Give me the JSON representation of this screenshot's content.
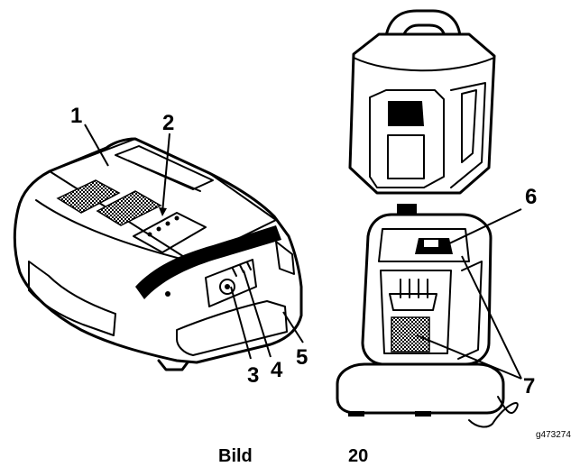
{
  "callouts": [
    "1",
    "2",
    "3",
    "4",
    "5",
    "6",
    "7"
  ],
  "figure_id": "g473274",
  "caption": {
    "word": "Bild",
    "number": "20"
  }
}
